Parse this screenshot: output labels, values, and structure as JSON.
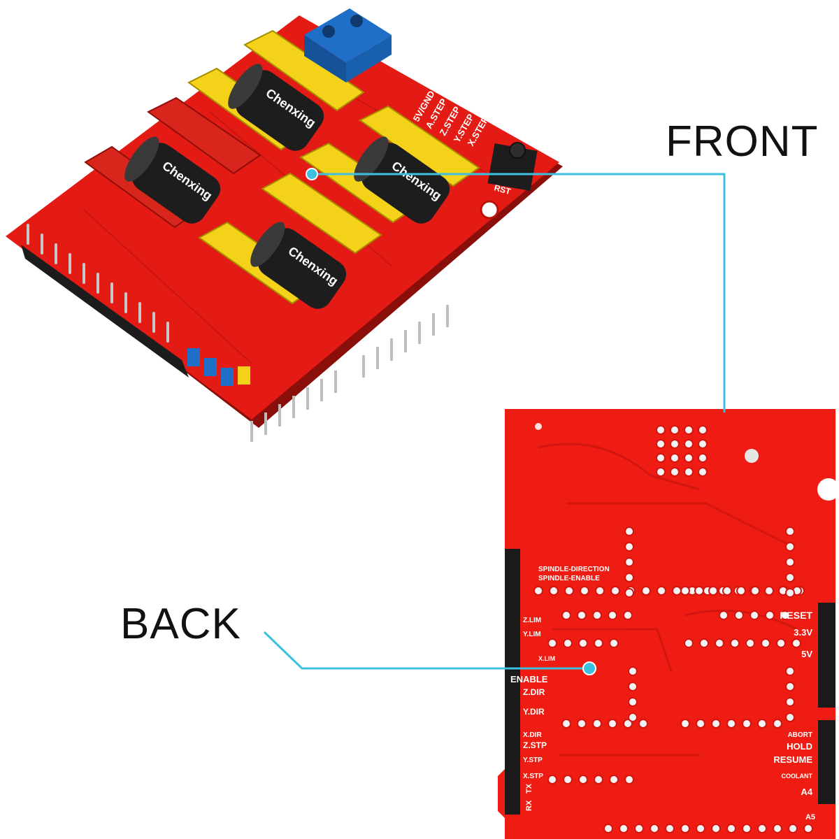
{
  "labels": {
    "front": "FRONT",
    "back": "BACK"
  },
  "colors": {
    "pcb_red": "#e41b14",
    "pcb_dark_red": "#b8120d",
    "header_yellow": "#f4d21a",
    "header_red": "#d9261c",
    "terminal_blue": "#1f6fc9",
    "capacitor_black": "#1d1d1d",
    "callout_line": "#3cc0e0",
    "silkscreen": "#ffffff"
  },
  "front_board": {
    "capacitor_brand": "Chenxing",
    "silkscreen": [
      "X.STEP",
      "Y.STEP",
      "Z.STEP",
      "A.STEP",
      "5V/GND",
      "RST"
    ]
  },
  "back_board": {
    "left_labels": [
      "SPINDLE-DIRECTION",
      "SPINDLE-ENABLE",
      "Z.LIM",
      "Y.LIM",
      "X.LIM",
      "ENABLE",
      "Z.DIR",
      "Y.DIR",
      "X.DIR",
      "Z.STP",
      "Y.STP",
      "X.STP",
      "RX",
      "TX"
    ],
    "right_labels": [
      "RESET",
      "3.3V",
      "5V",
      "ABORT",
      "HOLD",
      "RESUME",
      "COOLANT",
      "A4",
      "A5"
    ]
  }
}
